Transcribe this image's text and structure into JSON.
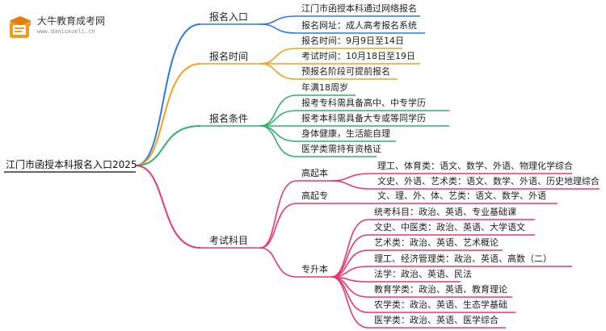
{
  "logo": {
    "title": "大牛教育成考网",
    "url": "www.daniuxueli.cn"
  },
  "colors": {
    "blue": "#2f7bdc",
    "orange": "#f0a11a",
    "green": "#2fb36a",
    "pink": "#e8396b",
    "logo_orange": "#f39a1c"
  },
  "root": "江门市函授本科报名入口2025",
  "branches": [
    {
      "label": "报名入口",
      "color": "blue",
      "items": [
        "江门市函授本科通过网络报名",
        "报名网址：成人高考报名系统"
      ]
    },
    {
      "label": "报名时间",
      "color": "orange",
      "items": [
        "报名时间：9月9日至14日",
        "考试时间：10月18日至19日",
        "预报名阶段可提前报名"
      ]
    },
    {
      "label": "报名条件",
      "color": "green",
      "items": [
        "年满18周岁",
        "报考专科需具备高中、中专学历",
        "报考本科需具备大专或等同学历",
        "身体健康，生活能自理",
        "医学类需持有资格证"
      ]
    },
    {
      "label": "考试科目",
      "color": "pink",
      "groups": [
        {
          "label": "高起本",
          "items": [
            "理工、体育类：语文、数学、外语、物理化学综合",
            "文史、外语、艺术类：语文、数学、外语、历史地理综合"
          ]
        },
        {
          "label": "高起专",
          "items": [
            "文、理、外、体、艺类：语文、数学、外语"
          ]
        },
        {
          "label": "专升本",
          "items": [
            "统考科目：政治、英语、专业基础课",
            "文史、中医类：政治、英语、大学语文",
            "艺术类：政治、英语、艺术概论",
            "理工、经济管理类：政治、英语、高数（二）",
            "法学：政治、英语、民法",
            "教育学类：政治、英语、教育理论",
            "农学类：政治、英语、生态学基础",
            "医学类：政治、英语、医学综合"
          ]
        }
      ]
    }
  ]
}
